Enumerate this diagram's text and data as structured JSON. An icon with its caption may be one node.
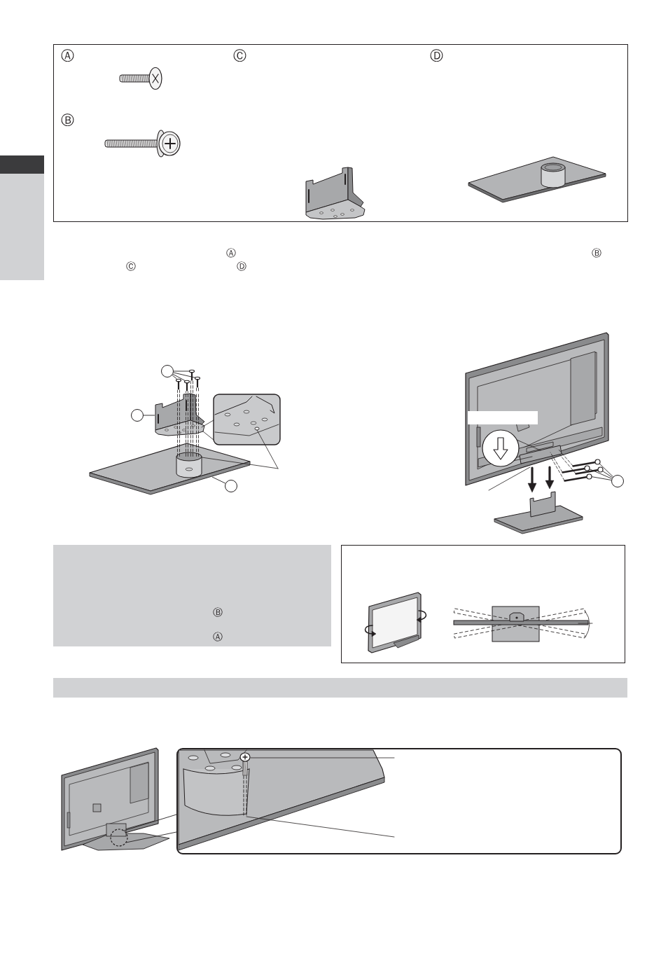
{
  "diagram": {
    "nodes": [
      {
        "text": [
          "Ⓐ",
          "Ⓑ",
          "Ⓒ",
          "Ⓓ"
        ]
      },
      {
        "text": [],
        "shape": "circle"
      },
      {
        "text": [],
        "shape": "picture"
      },
      {
        "text": [],
        "shape": "picture"
      },
      {
        "text": [],
        "shape": "picture"
      },
      {
        "text": [],
        "shape": "picture"
      },
      {
        "text": [],
        "shape": "circle"
      },
      {
        "text": [],
        "shape": "circle"
      },
      {
        "text": [],
        "shape": "circle"
      },
      {
        "text": [],
        "shape": "picture"
      },
      {
        "text": [],
        "shape": "picture"
      },
      {
        "text": [],
        "shape": "picture"
      },
      {
        "text": [],
        "shape": "picture"
      },
      {
        "text": [
          "Ⓑ",
          "Ⓐ"
        ]
      },
      {
        "text": [],
        "shape": "bar"
      }
    ],
    "edges": [
      {
        "from": 1,
        "to": 2,
        "arrow": "none"
      },
      {
        "from": 1,
        "to": 3,
        "arrow": "none"
      },
      {
        "from": 1,
        "to": 4,
        "arrow": "none"
      },
      {
        "from": 1,
        "to": 5,
        "arrow": "none"
      },
      {
        "from": 6,
        "to": null,
        "arrow": "none"
      },
      {
        "from": 7,
        "to": null,
        "arrow": "none"
      },
      {
        "from": 8,
        "to": 9,
        "arrow": "none"
      },
      {
        "from": 8,
        "to": 10,
        "arrow": "none"
      },
      {
        "from": 8,
        "to": 11,
        "arrow": "none"
      },
      {
        "from": 8,
        "to": 12,
        "arrow": "none"
      }
    ],
    "labels": [
      "Ⓐ",
      "Ⓑ",
      "Ⓒ",
      "Ⓓ"
    ]
  }
}
